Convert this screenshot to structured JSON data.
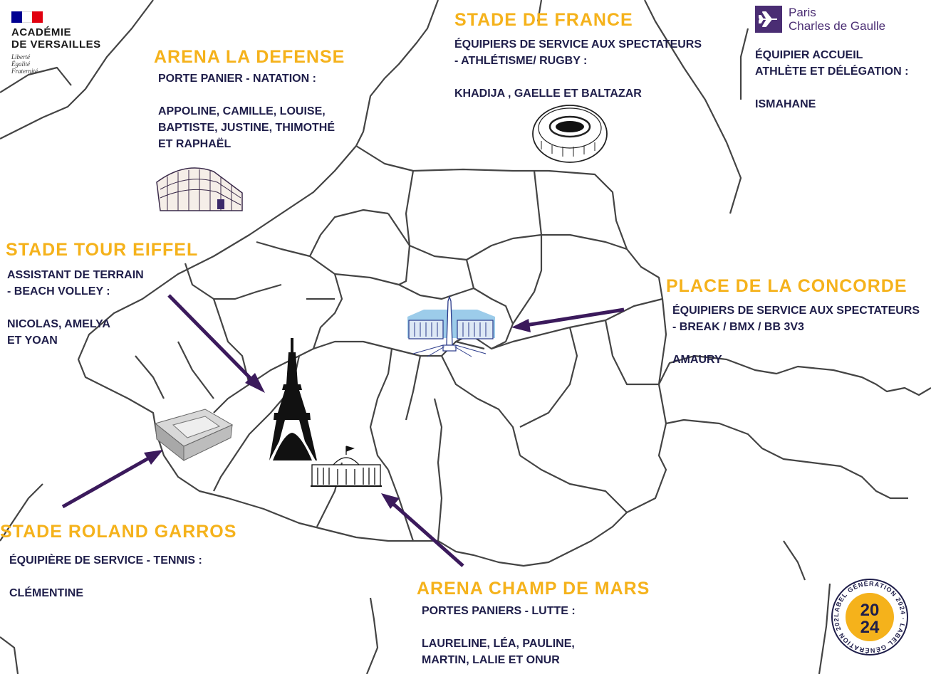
{
  "logos": {
    "academie": {
      "name_lines": [
        "ACADÉMIE",
        "DE VERSAILLES"
      ],
      "motto": [
        "Liberté",
        "Égalité",
        "Fraternité"
      ],
      "flag_colors": [
        "#000091",
        "#FFFFFF",
        "#E1000F"
      ]
    },
    "airport": {
      "line1": "Paris",
      "line2": "Charles de Gaulle",
      "icon": "airplane-icon",
      "color": "#4A2D73"
    },
    "label": {
      "ring_text": "LABEL GÉNÉRATION 2024 · LABEL GÉNÉRATION 2024 ·",
      "year_top": "20",
      "year_bottom": "24",
      "color": "#F5B21B",
      "ring_color": "#1F1E4A"
    }
  },
  "colors": {
    "title": "#F5B21B",
    "text": "#1F1E4A",
    "arrow": "#3B1A5C",
    "map_line": "#444444"
  },
  "venues": [
    {
      "id": "arena-la-defense",
      "title": "ARENA LA DEFENSE",
      "role": [
        "PORTE PANIER - NATATION :"
      ],
      "names": [
        "APPOLINE, CAMILLE, LOUISE,",
        "BAPTISTE, JUSTINE, THIMOTHÉ",
        "ET RAPHAËL"
      ],
      "icon": "arena-icon"
    },
    {
      "id": "stade-de-france",
      "title": "STADE DE FRANCE",
      "role": [
        "ÉQUIPIERS DE SERVICE AUX SPECTATEURS",
        "- ATHLÉTISME/ RUGBY :"
      ],
      "names": [
        "KHADIJA , GAELLE ET BALTAZAR"
      ],
      "icon": "stadium-icon"
    },
    {
      "id": "cdg",
      "title": "",
      "role": [
        "ÉQUIPIER ACCUEIL",
        "ATHLÈTE ET DÉLÉGATION :"
      ],
      "names": [
        "ISMAHANE"
      ]
    },
    {
      "id": "stade-tour-eiffel",
      "title": "STADE TOUR EIFFEL",
      "role": [
        "ASSISTANT DE TERRAIN",
        "- BEACH VOLLEY :"
      ],
      "names": [
        "NICOLAS, AMELYA",
        "ET YOAN"
      ],
      "icon": "eiffel-tower-icon"
    },
    {
      "id": "place-de-la-concorde",
      "title": "PLACE DE LA CONCORDE",
      "role": [
        "ÉQUIPIERS DE SERVICE AUX SPECTATEURS",
        "- BREAK / BMX / BB 3V3"
      ],
      "names": [
        "AMAURY"
      ],
      "icon": "concorde-icon"
    },
    {
      "id": "stade-roland-garros",
      "title": "STADE ROLAND GARROS",
      "role": [
        "ÉQUIPIÈRE DE SERVICE - TENNIS :"
      ],
      "names": [
        "CLÉMENTINE"
      ],
      "icon": "roland-garros-icon"
    },
    {
      "id": "arena-champ-de-mars",
      "title": "ARENA CHAMP DE MARS",
      "role": [
        "PORTES PANIERS - LUTTE :"
      ],
      "names": [
        "LAURELINE, LÉA, PAULINE,",
        "MARTIN, LALIE ET ONUR"
      ],
      "icon": "grand-palais-icon"
    }
  ]
}
